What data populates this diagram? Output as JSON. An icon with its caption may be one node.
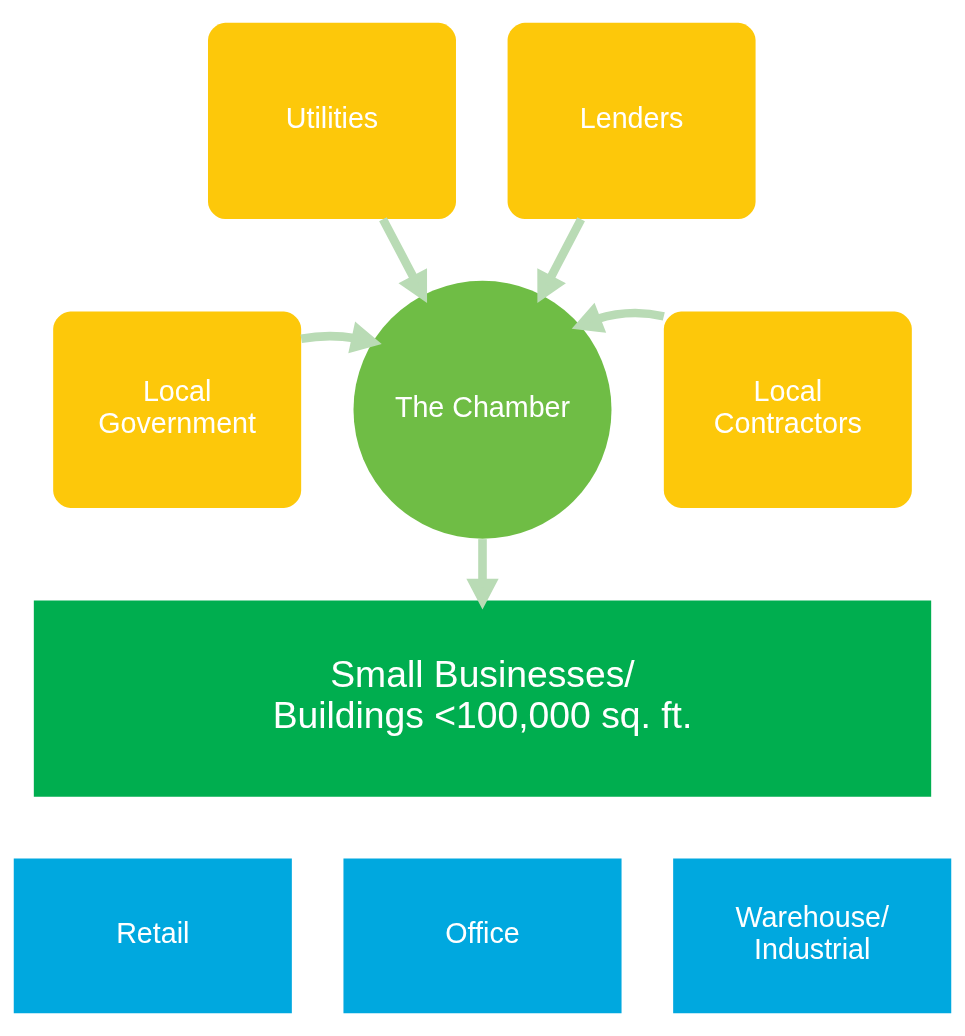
{
  "diagram": {
    "nodes": [
      {
        "text": [
          "Utilities"
        ]
      },
      {
        "text": [
          "Lenders"
        ]
      },
      {
        "text": [
          "Local Government"
        ]
      },
      {
        "text": [
          "Local Contractors"
        ]
      },
      {
        "text": [
          "The Chamber"
        ]
      },
      {
        "text": [
          "Small Businesses/ Buildings <100,000 sq. ft."
        ]
      },
      {
        "text": [
          "Retail"
        ]
      },
      {
        "text": [
          "Office"
        ]
      },
      {
        "text": [
          "Warehouse/ Industrial"
        ]
      }
    ],
    "edges": [
      {
        "from": 0,
        "to": 4,
        "arrow": "to"
      },
      {
        "from": 1,
        "to": 4,
        "arrow": "to"
      },
      {
        "from": 2,
        "to": 4,
        "arrow": "to"
      },
      {
        "from": 3,
        "to": 4,
        "arrow": "to"
      },
      {
        "from": 4,
        "to": 5,
        "arrow": "to"
      }
    ]
  }
}
